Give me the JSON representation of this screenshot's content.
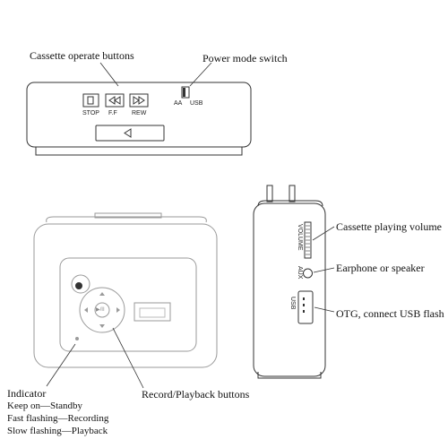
{
  "labels": {
    "cassette_operate_buttons": "Cassette operate buttons",
    "power_mode_switch": "Power mode switch",
    "cassette_playing_volume": "Cassette playing volume",
    "earphone_or_speaker": "Earphone or speaker",
    "otg_usb": "OTG, connect USB flash",
    "record_playback_buttons": "Record/Playback buttons",
    "indicator": {
      "title": "Indicator",
      "lines": [
        "Keep on—Standby",
        "Fast flashing—Recording",
        "Slow flashing—Playback"
      ]
    }
  },
  "top_view": {
    "buttons": [
      "STOP",
      "F.F",
      "REW"
    ],
    "switch_labels": [
      "AA",
      "USB"
    ]
  },
  "side_view": {
    "volume": "VOLUME",
    "aux": "AUX",
    "usb": "USB"
  },
  "front_view": {
    "center_button": "▶/II"
  },
  "colors": {
    "line": "#333333",
    "light_line": "#9a9a9a",
    "text": "#111111"
  }
}
